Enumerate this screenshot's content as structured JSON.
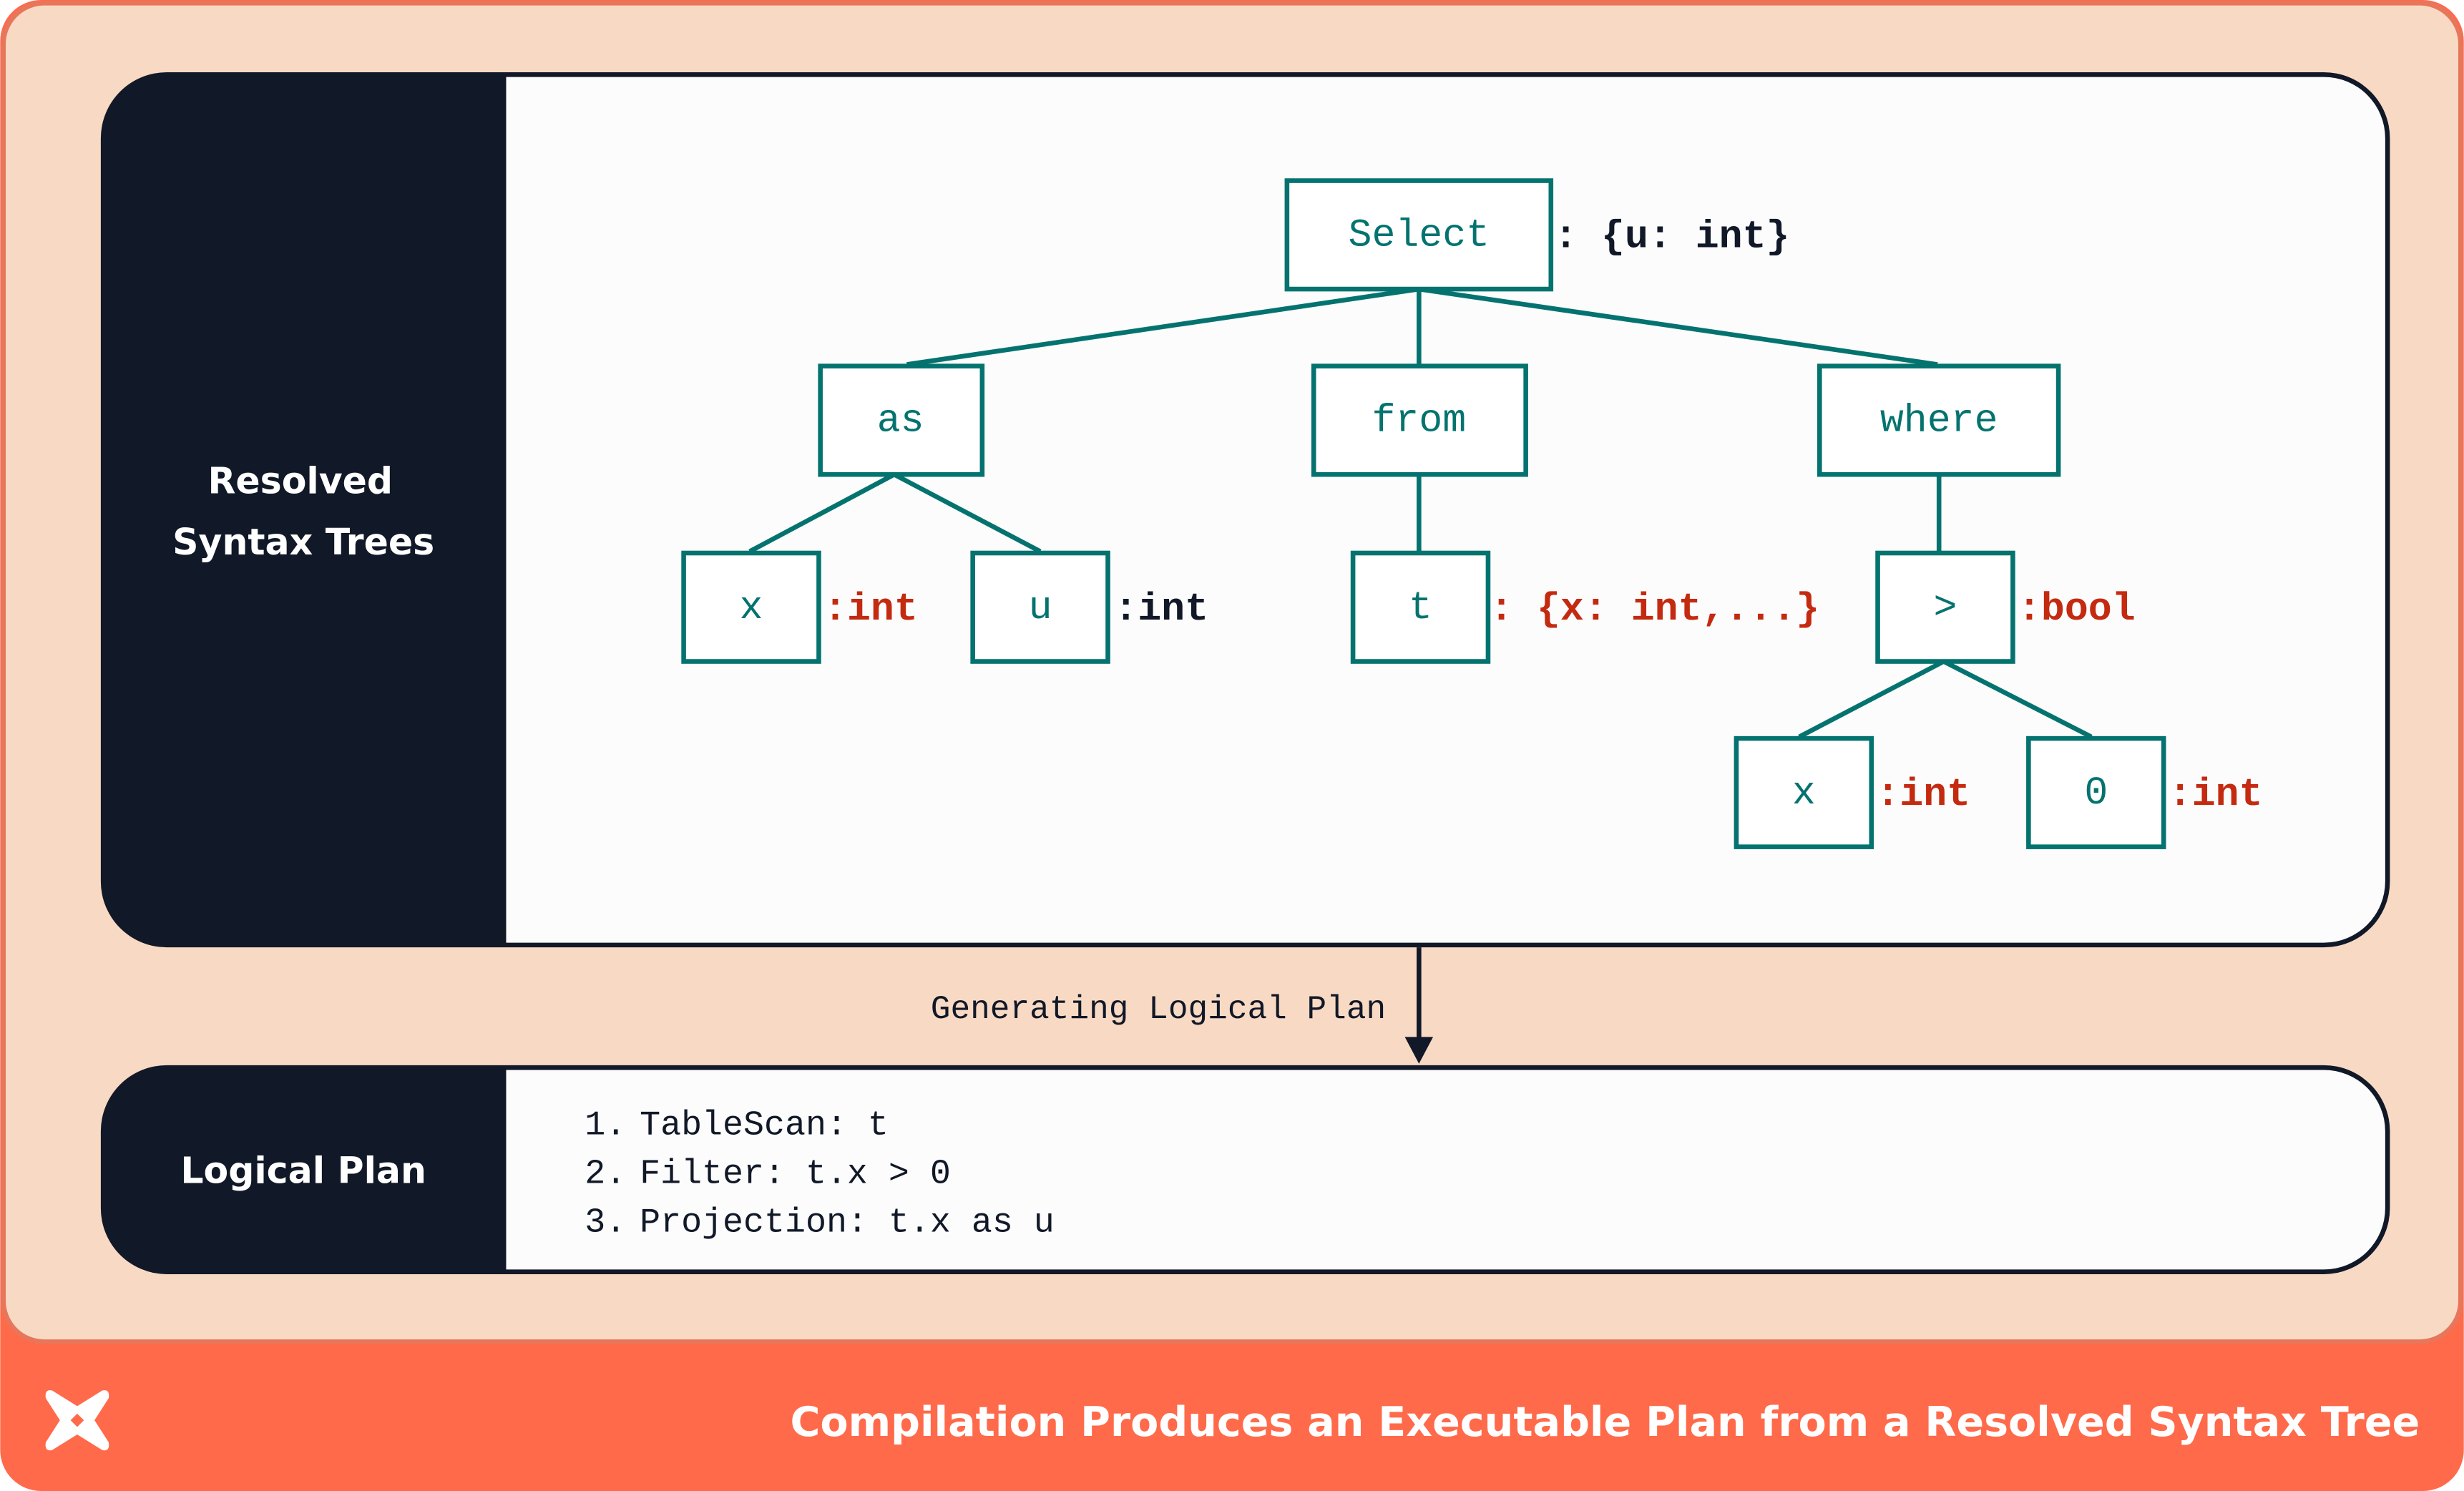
{
  "colors": {
    "background": "#F8DAC4",
    "frame_border": "#E8765A",
    "footer_bar": "#FF6A4A",
    "panel_dark": "#111827",
    "panel_light": "#FCFCFC",
    "node_teal": "#04736F",
    "type_red": "#C42A10",
    "type_black": "#111827"
  },
  "syntax_panel": {
    "label_line1": "Resolved",
    "label_line2": "Syntax Trees",
    "nodes": {
      "select": "Select",
      "as": "as",
      "from": "from",
      "where": "where",
      "x": "x",
      "u": "u",
      "t": "t",
      "gt": ">",
      "x2": "x",
      "zero": "0"
    },
    "types": {
      "select": ": {u: int}",
      "x": ":int",
      "u": ":int",
      "t": ": {x: int,...}",
      "gt": ":bool",
      "x2": ":int",
      "zero": ":int"
    }
  },
  "arrow_label": "Generating Logical Plan",
  "plan_panel": {
    "label": "Logical Plan",
    "steps": [
      {
        "num": "1.",
        "text": "TableScan: t"
      },
      {
        "num": "2.",
        "text": "Filter: t.x > 0"
      },
      {
        "num": "3.",
        "text": "Projection: t.x as u"
      }
    ]
  },
  "footer": {
    "logo": "logo-mark",
    "caption": "Compilation Produces an Executable Plan from a Resolved Syntax Tree"
  }
}
